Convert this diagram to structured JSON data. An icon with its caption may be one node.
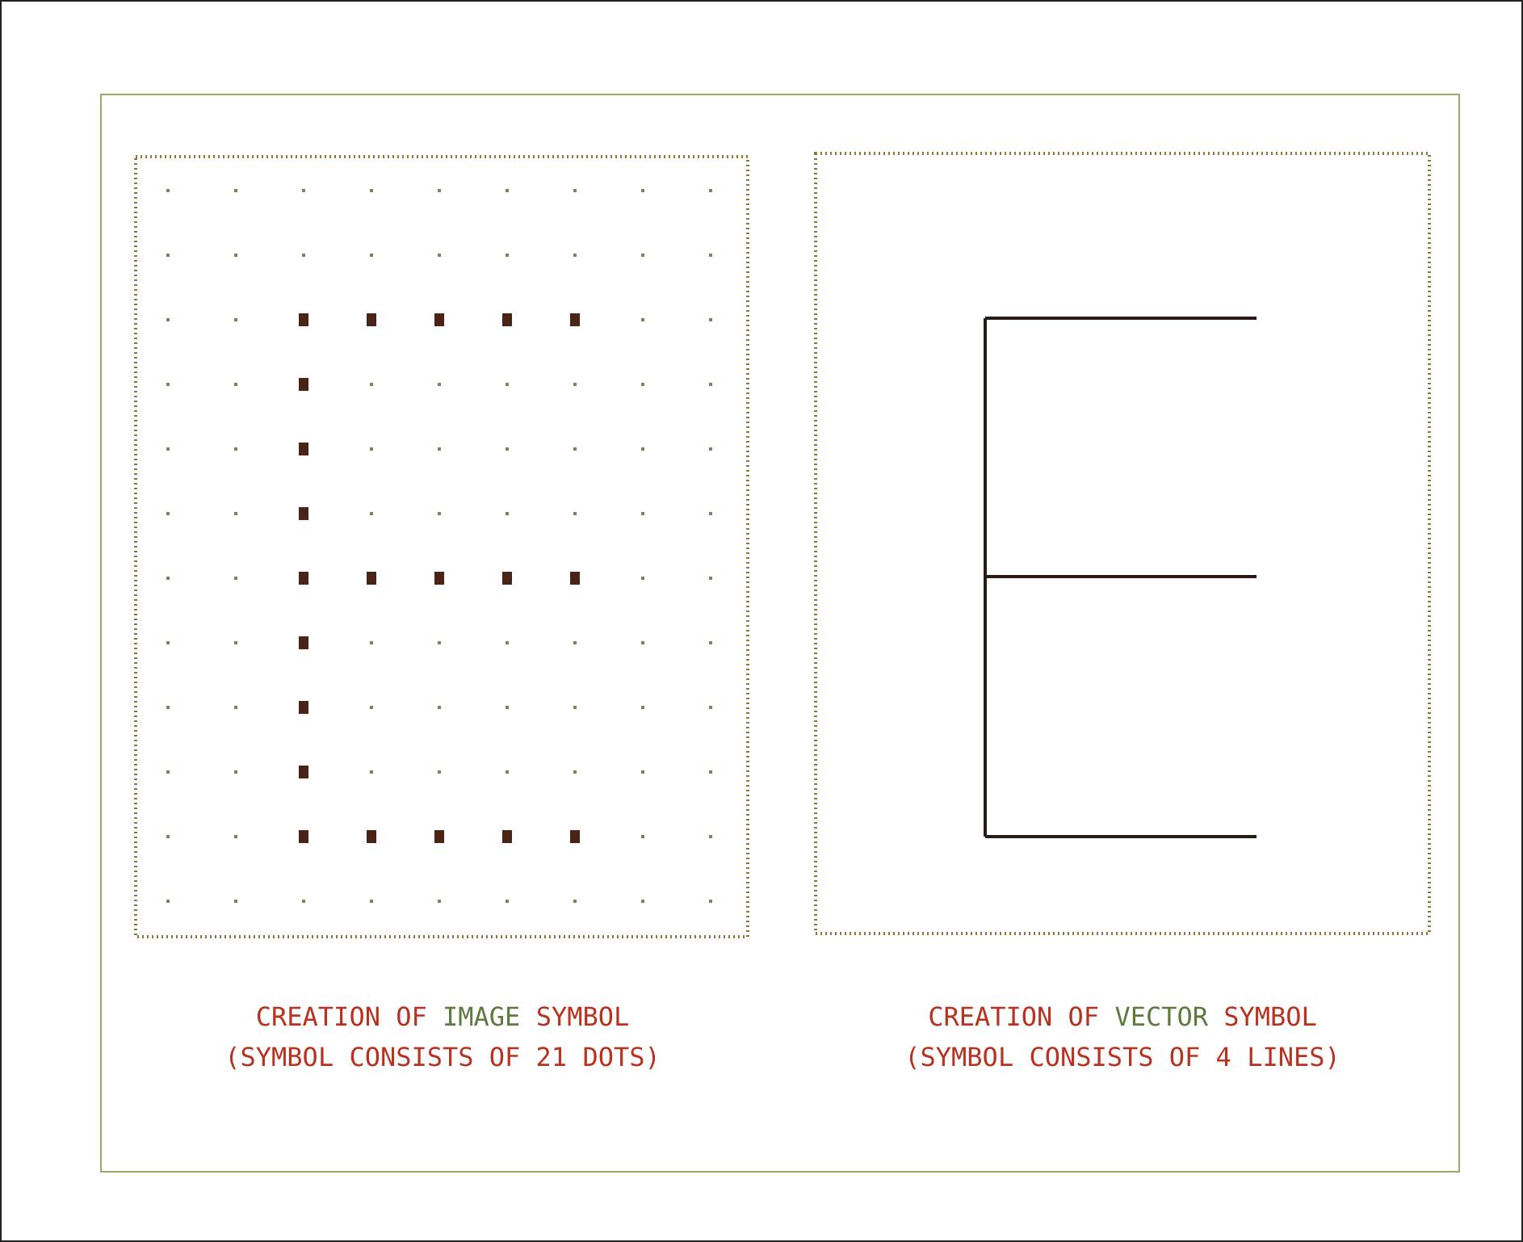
{
  "diagram": {
    "labels": [
      "CREATION OF IMAGE SYMBOL",
      "(SYMBOL CONSISTS OF 21 DOTS)",
      "CREATION OF VECTOR SYMBOL",
      "(SYMBOL CONSISTS OF 4 LINES)"
    ]
  }
}
